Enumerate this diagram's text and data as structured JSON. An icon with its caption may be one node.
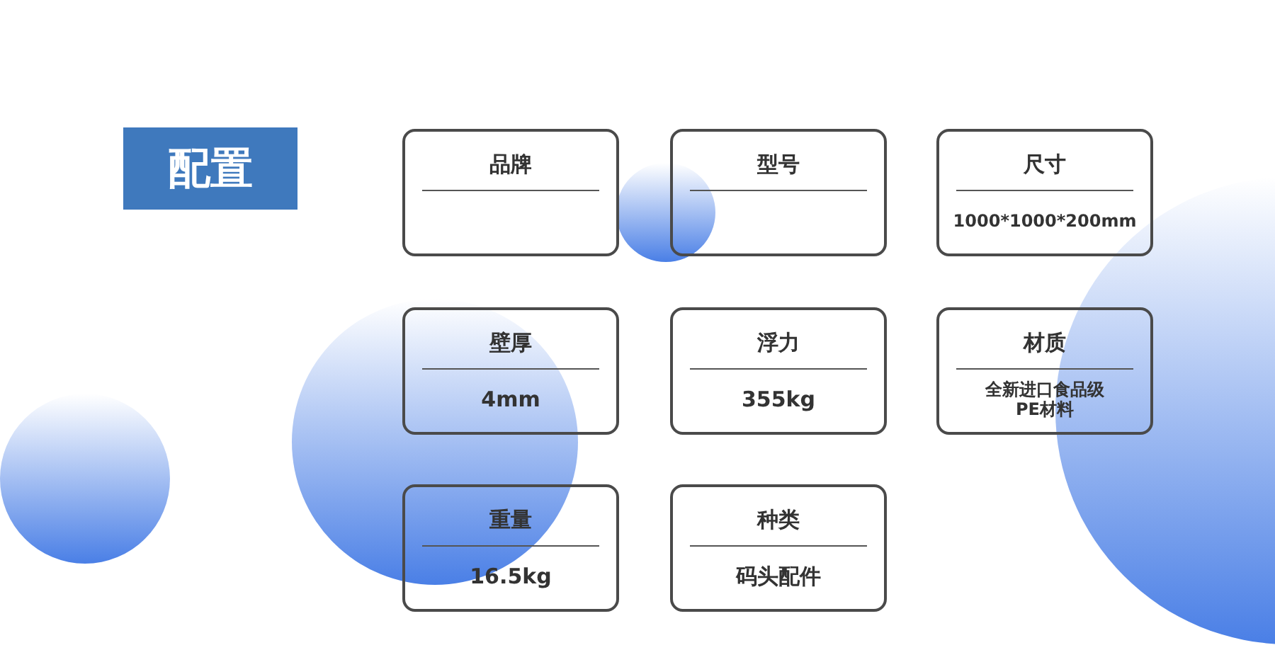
{
  "diagram": {
    "nodes": [
      {
        "text": [
          "配置"
        ]
      },
      {
        "text": [
          "品牌"
        ]
      },
      {
        "text": [
          "型号"
        ]
      },
      {
        "text": [
          "尺寸",
          "1000*1000*200mm"
        ]
      },
      {
        "text": [
          "壁厚",
          "4mm"
        ]
      },
      {
        "text": [
          "浮力",
          "355kg"
        ]
      },
      {
        "text": [
          "材质",
          "全新进口食品级PE材料"
        ]
      },
      {
        "text": [
          "重量",
          "16.5kg"
        ]
      },
      {
        "text": [
          "种类",
          "码头配件"
        ]
      }
    ]
  }
}
